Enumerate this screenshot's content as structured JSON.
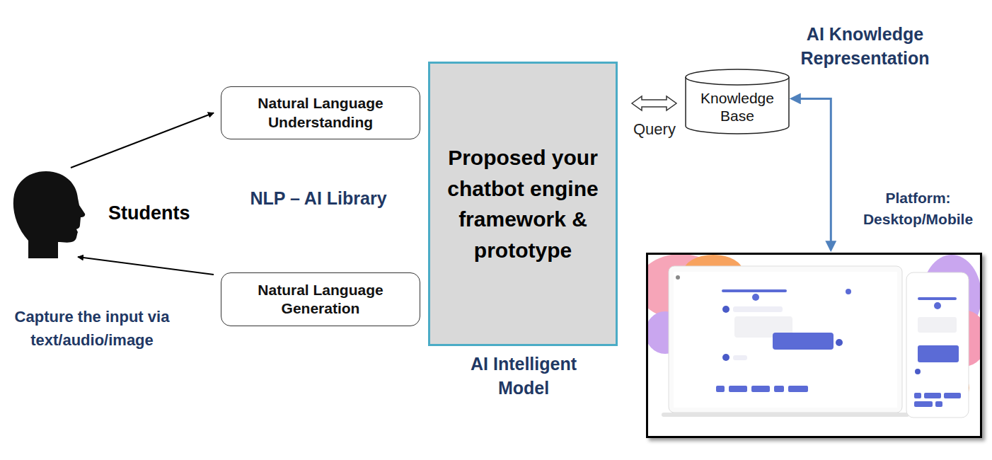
{
  "diagram": {
    "nodes": [
      {
        "text": [
          "Students"
        ]
      },
      {
        "text": [
          "Natural Language Understanding"
        ]
      },
      {
        "text": [
          "Natural Language Generation"
        ]
      },
      {
        "text": [
          "Proposed your chatbot engine framework & prototype",
          "AI Intelligent Model"
        ]
      },
      {
        "text": [
          "Knowledge Base"
        ]
      },
      {
        "text": [
          "Platform: Desktop/Mobile"
        ]
      }
    ],
    "edges": [
      {
        "from": 0,
        "to": 1,
        "arrow": "to"
      },
      {
        "from": 2,
        "to": 0,
        "arrow": "to"
      },
      {
        "from": 3,
        "to": 4,
        "label": "Query",
        "arrow": "both"
      },
      {
        "from": 4,
        "to": 5,
        "arrow": "both"
      }
    ],
    "labels": [
      "AI Knowledge Representation",
      "NLP – AI Library",
      "Capture the input via text/audio/image"
    ]
  }
}
